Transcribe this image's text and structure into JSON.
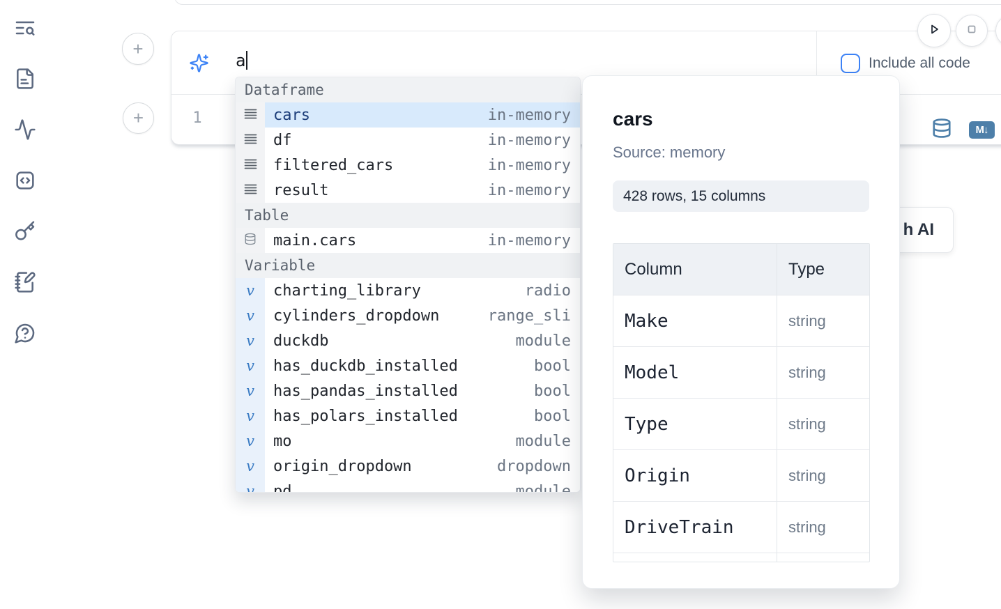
{
  "sidebar": {
    "items": [
      {
        "icon": "list-search-icon"
      },
      {
        "icon": "file-icon"
      },
      {
        "icon": "activity-icon"
      },
      {
        "icon": "code-square-icon"
      },
      {
        "icon": "key-icon"
      },
      {
        "icon": "notebook-pen-icon"
      },
      {
        "icon": "help-bubble-icon"
      }
    ]
  },
  "run_controls": {
    "play_icon": "play-icon",
    "stop_icon": "stop-icon",
    "partial_icon": "partial-circle-button"
  },
  "cell": {
    "sparkle_icon": "sparkles-ai-icon",
    "ai_prompt_value": "a",
    "include_all_code_label": "Include all code",
    "include_all_code_checked": false,
    "line_number": "1",
    "datasource_icon": "database-icon",
    "markdown_badge": "M↓",
    "add_cell_label": "+"
  },
  "autocomplete": {
    "sections": [
      {
        "label": "Dataframe",
        "icon": "dataframe-rows-icon",
        "items": [
          {
            "name": "cars",
            "type": "in-memory",
            "selected": true
          },
          {
            "name": "df",
            "type": "in-memory"
          },
          {
            "name": "filtered_cars",
            "type": "in-memory"
          },
          {
            "name": "result",
            "type": "in-memory"
          }
        ]
      },
      {
        "label": "Table",
        "icon": "table-database-icon",
        "items": [
          {
            "name": "main.cars",
            "type": "in-memory"
          }
        ]
      },
      {
        "label": "Variable",
        "icon": "variable-icon",
        "items": [
          {
            "name": "charting_library",
            "type": "radio"
          },
          {
            "name": "cylinders_dropdown",
            "type": "range_sli"
          },
          {
            "name": "duckdb",
            "type": "module"
          },
          {
            "name": "has_duckdb_installed",
            "type": "bool"
          },
          {
            "name": "has_pandas_installed",
            "type": "bool"
          },
          {
            "name": "has_polars_installed",
            "type": "bool"
          },
          {
            "name": "mo",
            "type": "module"
          },
          {
            "name": "origin_dropdown",
            "type": "dropdown"
          },
          {
            "name": "pd",
            "type": "module",
            "partial": true
          }
        ]
      }
    ]
  },
  "preview": {
    "title": "cars",
    "source": "Source: memory",
    "shape_badge": "428 rows, 15 columns",
    "table": {
      "headers": [
        "Column",
        "Type"
      ],
      "rows": [
        {
          "column": "Make",
          "type": "string"
        },
        {
          "column": "Model",
          "type": "string"
        },
        {
          "column": "Type",
          "type": "string"
        },
        {
          "column": "Origin",
          "type": "string"
        },
        {
          "column": "DriveTrain",
          "type": "string"
        }
      ]
    }
  },
  "ai_button": {
    "visible_label": "h AI"
  },
  "colors": {
    "accent_blue": "#3c82f6",
    "steel_blue": "#4d7fa9",
    "selection_bg": "#d8eafc",
    "selected_text": "#1d3e7a",
    "section_header_bg": "#f0f2f4",
    "variable_gutter_bg": "#e9f1fb"
  }
}
